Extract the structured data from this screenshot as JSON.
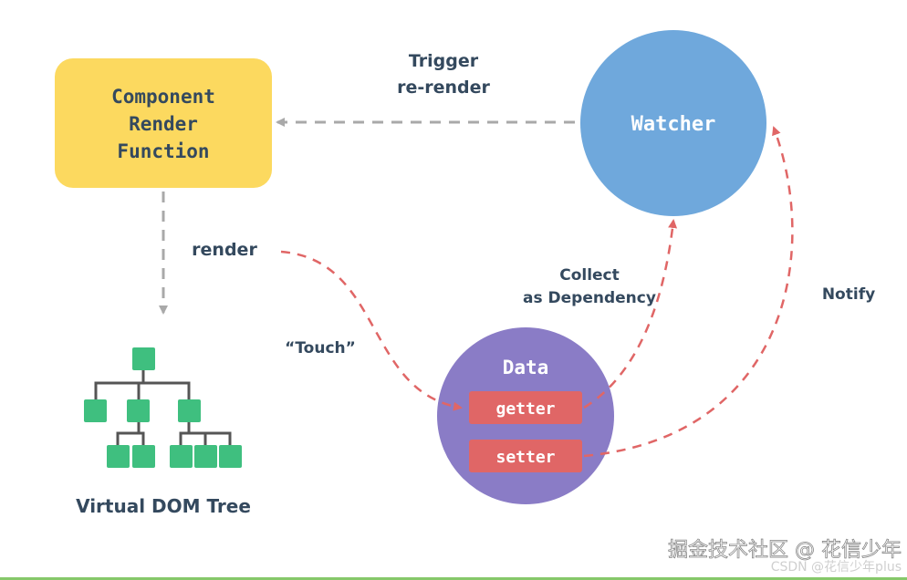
{
  "render_function": {
    "label_lines": [
      "Component",
      "Render",
      "Function"
    ]
  },
  "watcher": {
    "label": "Watcher"
  },
  "data_node": {
    "label": "Data",
    "getter": "getter",
    "setter": "setter"
  },
  "edges": {
    "trigger_lines": [
      "Trigger",
      "re-render"
    ],
    "render": "render",
    "touch": "“Touch”",
    "collect_lines": [
      "Collect",
      "as Dependency"
    ],
    "notify": "Notify"
  },
  "vdom": {
    "label": "Virtual DOM Tree"
  },
  "watermark": {
    "main": "掘金技术社区 @ 花信少年",
    "sub": "CSDN @花信少年plus"
  },
  "colors": {
    "render_fill": "#fcd95f",
    "watcher_fill": "#6fa8dc",
    "data_fill": "#8a7cc6",
    "chip_fill": "#e06666",
    "node_fill": "#3fbf7f",
    "dash_gray": "#a9a9a9",
    "dash_red": "#e06666"
  }
}
